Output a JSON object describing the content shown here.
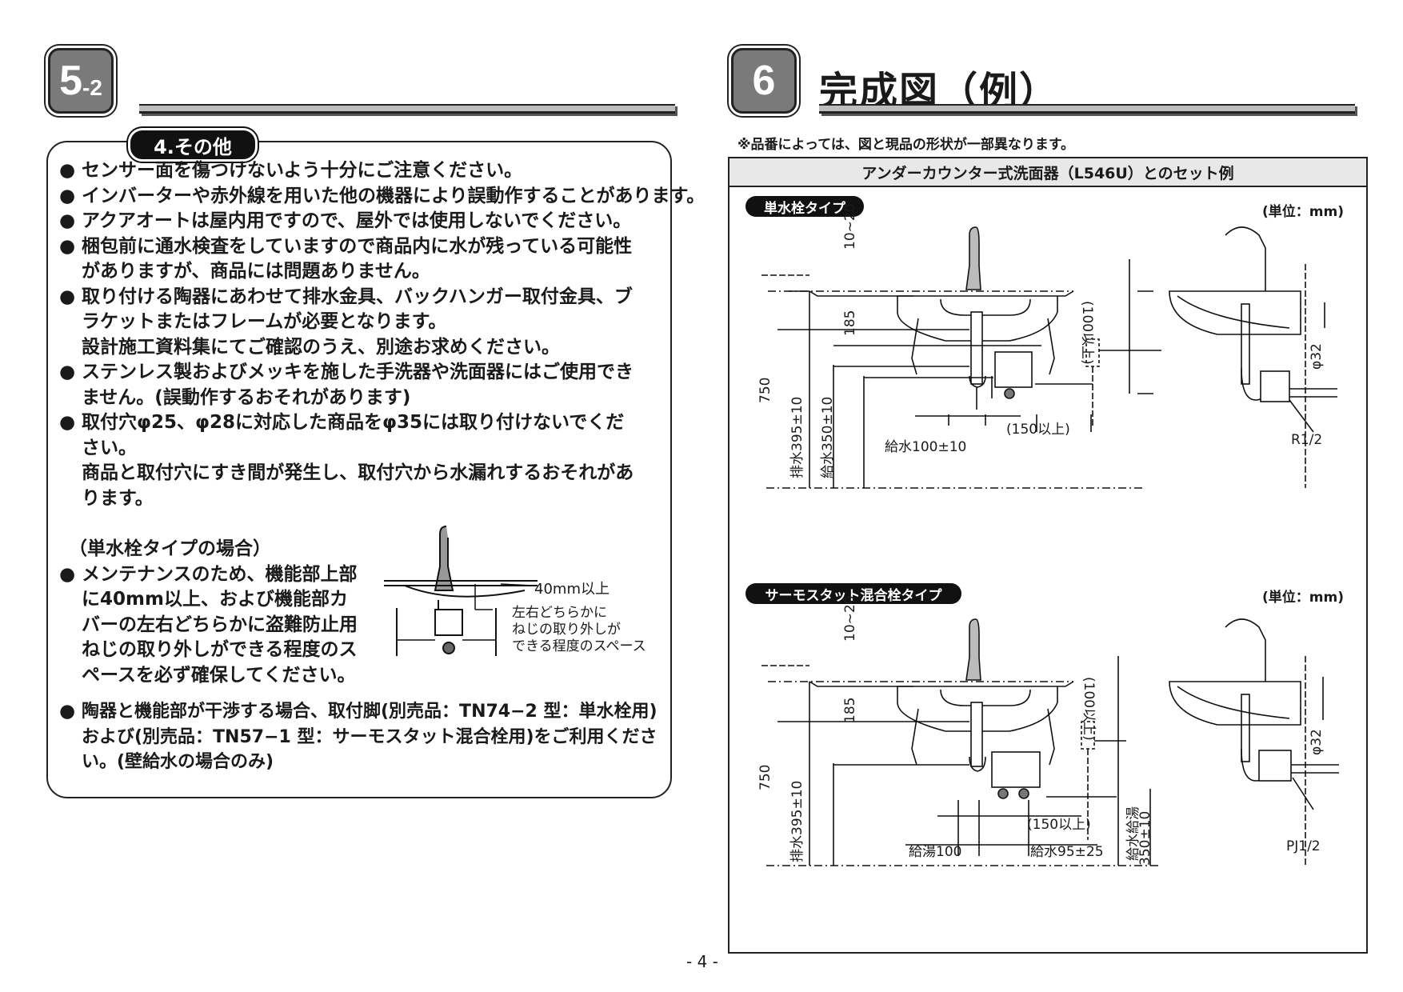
{
  "left": {
    "section_number": "5",
    "section_sub": "-2",
    "subheading": "4.その他",
    "bullet_items": [
      {
        "lines": [
          "センサー面を傷つけないよう十分にご注意ください。"
        ]
      },
      {
        "lines": [
          "インバーターや赤外線を用いた他の機器により誤動作することがあります。"
        ]
      },
      {
        "lines": [
          "アクアオートは屋内用ですので、屋外では使用しないでください。"
        ]
      },
      {
        "lines": [
          "梱包前に通水検査をしていますので商品内に水が残っている可能性",
          "がありますが、商品には問題ありません。"
        ]
      },
      {
        "lines": [
          "取り付ける陶器にあわせて排水金具、バックハンガー取付金具、ブ",
          "ラケットまたはフレームが必要となります。",
          "設計施工資料集にてご確認のうえ、別途お求めください。"
        ]
      },
      {
        "lines": [
          "ステンレス製およびメッキを施した手洗器や洗面器にはご使用でき",
          "ません。(誤動作するおそれがあります)"
        ]
      },
      {
        "lines": [
          "取付穴φ25、φ28に対応した商品をφ35には取り付けないでくだ",
          "さい。",
          "商品と取付穴にすき間が発生し、取付穴から水漏れするおそれがあ",
          "ります。"
        ]
      }
    ],
    "bullet_symbol": "●",
    "single_faucet_case": "（単水栓タイプの場合）",
    "maintenance_lines": [
      "メンテナンスのため、機能部上部",
      "に40mm以上、および機能部カ",
      "バーの左右どちらかに盗難防止用",
      "ねじの取り外しができる程度のス",
      "ペースを必ず確保してください。"
    ],
    "figure_label_40mm": "40mm以上",
    "figure_label_space": [
      "左右どちらかに",
      "ねじの取り外しが",
      "できる程度のスペース"
    ],
    "last_item_lines": [
      "陶器と機能部が干渉する場合、取付脚(別売品：TN74−2 型：単水栓用)",
      "および(別売品：TN57−1 型：サーモスタット混合栓用)をご利用くださ",
      "い。(壁給水の場合のみ)"
    ]
  },
  "right": {
    "section_number": "6",
    "title": "完成図（例）",
    "note": "※品番によっては、図と現品の形状が一部異なります。",
    "frame_title": "アンダーカウンター式洗面器（L546U）とのセット例",
    "diagram1": {
      "label": "単水栓タイプ",
      "unit": "(単位：mm)",
      "dims": {
        "top": "10~20",
        "d185": "185",
        "d750": "750",
        "drain": "排水395±10",
        "supply": "給水350±10",
        "d100up": "(100以上)",
        "d150up": "(150以上)",
        "supply100": "給水100±10",
        "phi32": "φ32",
        "r12": "R1/2"
      }
    },
    "diagram2": {
      "label": "サーモスタット混合栓タイプ",
      "unit": "(単位：mm)",
      "dims": {
        "top": "10~20",
        "d185": "185",
        "d750": "750",
        "drain": "排水395±10",
        "d100up": "(100以上)",
        "d150up": "(150以上)",
        "hot100": "給湯100",
        "supply95": "給水95±25",
        "supplyhot": "給水給湯",
        "d350": "350±10",
        "phi32": "φ32",
        "pj12": "PJ1/2"
      }
    }
  },
  "page_number": "- 4 -"
}
